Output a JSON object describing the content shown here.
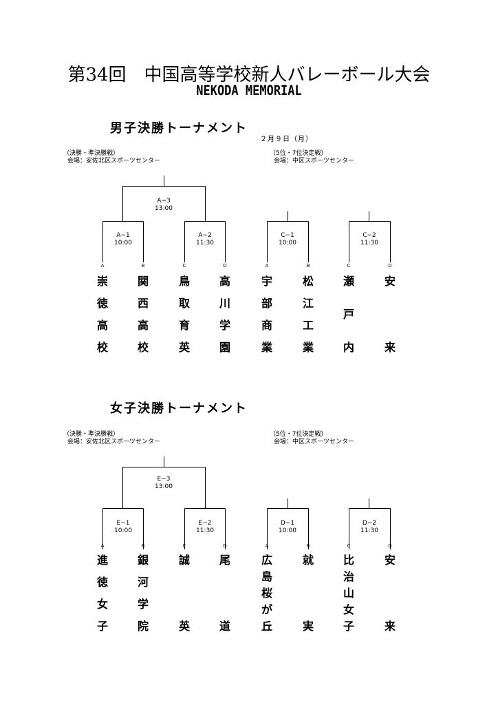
{
  "title": "第34回　中国高等学校新人バレーボール大会",
  "subtitle": "NEKODA MEMORIAL",
  "date": "２月９日（月）",
  "men": {
    "heading": "男子決勝トーナメント",
    "left_info": {
      "round": "（決勝・準決勝戦）",
      "venue": "会場：安佐北区スポーツセンター"
    },
    "right_info": {
      "round": "（5位・7位決定戦）",
      "venue": "会場：中区スポーツセンター"
    },
    "matches": {
      "final": {
        "id": "A−3",
        "time": "13:00"
      },
      "semi1": {
        "id": "A−1",
        "time": "10:00"
      },
      "semi2": {
        "id": "A−2",
        "time": "11:30"
      },
      "place1": {
        "id": "C−1",
        "time": "10:00"
      },
      "place2": {
        "id": "C−2",
        "time": "11:30"
      }
    },
    "teams": [
      {
        "letter": "A",
        "chars": [
          "崇",
          "徳",
          "高",
          "校"
        ]
      },
      {
        "letter": "B",
        "chars": [
          "関",
          "西",
          "高",
          "校"
        ]
      },
      {
        "letter": "C",
        "chars": [
          "鳥",
          "取",
          "育",
          "英"
        ]
      },
      {
        "letter": "D",
        "chars": [
          "高",
          "川",
          "学",
          "園"
        ]
      },
      {
        "letter": "A",
        "chars": [
          "宇",
          "部",
          "商",
          "業"
        ]
      },
      {
        "letter": "B",
        "chars": [
          "松",
          "江",
          "工",
          "業"
        ]
      },
      {
        "letter": "C",
        "chars": [
          "瀬",
          "戸",
          "内"
        ]
      },
      {
        "letter": "D",
        "chars": [
          "安",
          "来"
        ]
      }
    ]
  },
  "women": {
    "heading": "女子決勝トーナメント",
    "left_info": {
      "round": "（決勝・準決勝戦）",
      "venue": "会場：安佐北区スポーツセンター"
    },
    "right_info": {
      "round": "（5位・7位決定戦）",
      "venue": "会場：中区スポーツセンター"
    },
    "matches": {
      "final": {
        "id": "E−3",
        "time": "13:00"
      },
      "semi1": {
        "id": "E−1",
        "time": "10:00"
      },
      "semi2": {
        "id": "E−2",
        "time": "11:30"
      },
      "place1": {
        "id": "D−1",
        "time": "10:00"
      },
      "place2": {
        "id": "D−2",
        "time": "11:30"
      }
    },
    "teams": [
      {
        "letter": "A",
        "chars": [
          "進",
          "徳",
          "女",
          "子"
        ]
      },
      {
        "letter": "B",
        "chars": [
          "銀",
          "河",
          "学",
          "院"
        ]
      },
      {
        "letter": "C",
        "chars": [
          "誠",
          "英"
        ]
      },
      {
        "letter": "D",
        "chars": [
          "尾",
          "道"
        ]
      },
      {
        "letter": "A",
        "chars": [
          "広",
          "島",
          "桜",
          "が",
          "丘"
        ]
      },
      {
        "letter": "B",
        "chars": [
          "就",
          "実"
        ]
      },
      {
        "letter": "C",
        "chars": [
          "比",
          "治",
          "山",
          "女",
          "子"
        ]
      },
      {
        "letter": "D",
        "chars": [
          "安",
          "来"
        ]
      }
    ]
  }
}
